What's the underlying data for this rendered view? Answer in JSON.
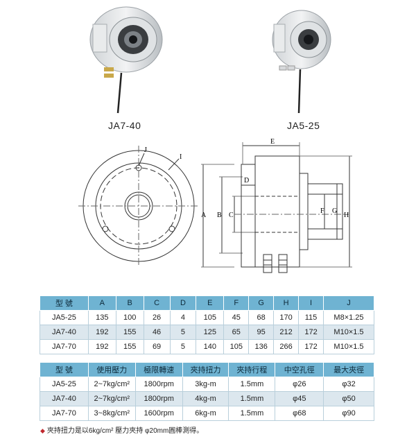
{
  "products": {
    "left_caption": "JA7-40",
    "right_caption": "JA5-25"
  },
  "drawing": {
    "front_labels": {
      "j": "J",
      "i": "I",
      "a": "A"
    },
    "side_labels": {
      "e": "E",
      "d": "D",
      "b": "B",
      "c": "C",
      "f": "F",
      "g": "G",
      "h": "H"
    }
  },
  "dimensions_table": {
    "headers": [
      "型 號",
      "A",
      "B",
      "C",
      "D",
      "E",
      "F",
      "G",
      "H",
      "I",
      "J"
    ],
    "rows": [
      [
        "JA5-25",
        "135",
        "100",
        "26",
        "4",
        "105",
        "45",
        "68",
        "170",
        "115",
        "M8×1.25"
      ],
      [
        "JA7-40",
        "192",
        "155",
        "46",
        "5",
        "125",
        "65",
        "95",
        "212",
        "172",
        "M10×1.5"
      ],
      [
        "JA7-70",
        "192",
        "155",
        "69",
        "5",
        "140",
        "105",
        "136",
        "266",
        "172",
        "M10×1.5"
      ]
    ]
  },
  "performance_table": {
    "headers": [
      "型 號",
      "使用壓力",
      "極限轉速",
      "夾持扭力",
      "夾持行程",
      "中空孔徑",
      "最大夾徑"
    ],
    "rows": [
      [
        "JA5-25",
        "2~7kg/cm²",
        "1800rpm",
        "3kg-m",
        "1.5mm",
        "φ26",
        "φ32"
      ],
      [
        "JA7-40",
        "2~7kg/cm²",
        "1800rpm",
        "4kg-m",
        "1.5mm",
        "φ45",
        "φ50"
      ],
      [
        "JA7-70",
        "3~8kg/cm²",
        "1600rpm",
        "6kg-m",
        "1.5mm",
        "φ68",
        "φ90"
      ]
    ]
  },
  "footnote": {
    "marker": "◆",
    "text": "夾持扭力是以6kg/cm² 壓力夾持 φ20mm圓棒測得。"
  }
}
